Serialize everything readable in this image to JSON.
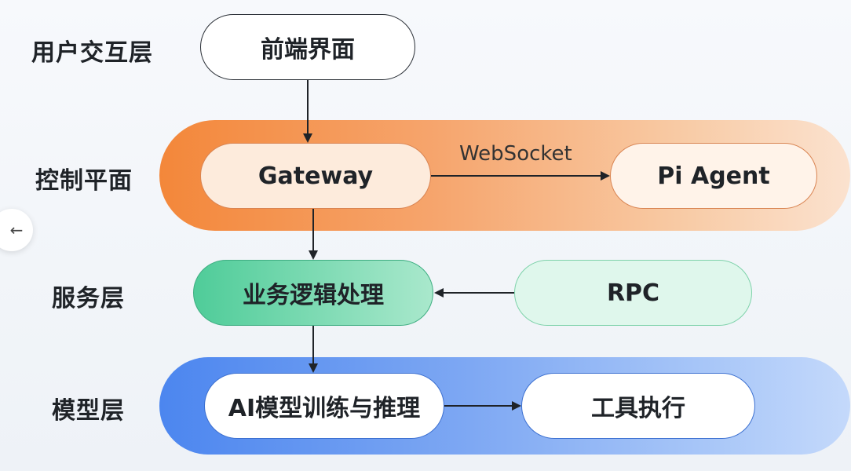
{
  "layers": {
    "ui": "用户交互层",
    "control": "控制平面",
    "service": "服务层",
    "model": "模型层"
  },
  "nodes": {
    "frontend": "前端界面",
    "gateway": "Gateway",
    "pi_agent": "Pi Agent",
    "business_logic": "业务逻辑处理",
    "rpc": "RPC",
    "ai_model": "AI模型训练与推理",
    "tool_exec": "工具执行"
  },
  "edges": {
    "websocket": "WebSocket"
  },
  "nav": {
    "back": "←"
  },
  "colors": {
    "control_band": "#f3873a",
    "model_band": "#4c86ef",
    "service_node": "#4fcc99"
  }
}
